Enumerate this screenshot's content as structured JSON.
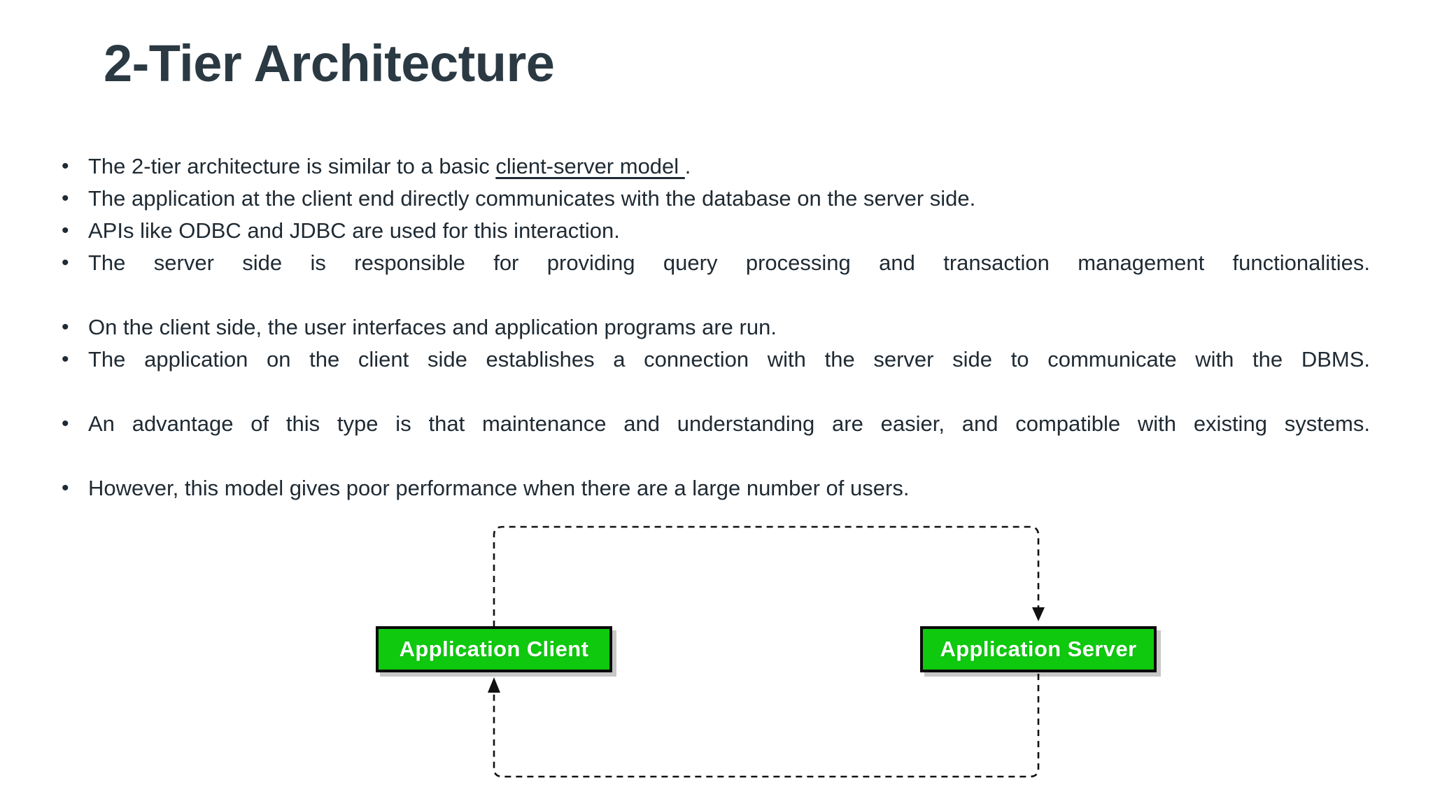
{
  "slide": {
    "title": "2-Tier Architecture",
    "bullets": [
      {
        "marker": "•",
        "pre": "The 2-tier architecture is similar to a basic ",
        "link": "client-server model ",
        "post": ".",
        "justified": false
      },
      {
        "marker": "•",
        "text": "The application at the client end directly communicates with the database on the server side.",
        "justified": false
      },
      {
        "marker": "•",
        "text": "APIs like ODBC and JDBC are used for this interaction.",
        "justified": false
      },
      {
        "marker": "•",
        "text": "The server side is responsible for providing query processing and transaction management functionalities.",
        "justified": true
      },
      {
        "marker": "•",
        "text": "On the client side, the user interfaces and application programs are run.",
        "justified": false
      },
      {
        "marker": "•",
        "text": "The application on the client side establishes a connection with the server side to communicate with the DBMS.",
        "justified": true
      },
      {
        "marker": "•",
        "text": "An advantage of this type is that maintenance and understanding are easier, and compatible with existing systems.",
        "justified": true
      },
      {
        "marker": "•",
        "text": " However, this model gives poor performance when there are a large number of users.",
        "justified": false
      }
    ]
  },
  "diagram": {
    "client_node": "Application Client",
    "server_node": "Application Server",
    "node_fill": "#0ec90e",
    "node_border": "#0a0a0a",
    "node_text_color": "#ffffff",
    "connector_style": "dashed",
    "connector_color": "#111111",
    "arrow_to_server": "down-arrow-into-server-top",
    "arrow_to_client": "up-arrow-into-client-bottom"
  }
}
